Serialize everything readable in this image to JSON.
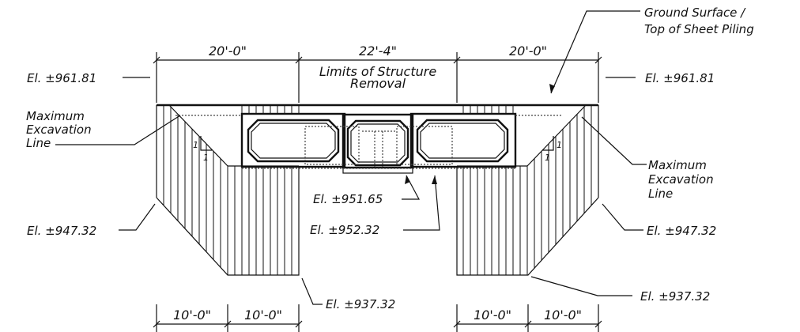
{
  "labels": {
    "ground_surface_line1": "Ground Surface /",
    "ground_surface_line2": "Top of Sheet Piling",
    "limits_line1": "Limits of Structure",
    "limits_line2": "Removal",
    "max_exc_left_1": "Maximum",
    "max_exc_left_2": "Excavation",
    "max_exc_left_3": "Line",
    "max_exc_right_1": "Maximum",
    "max_exc_right_2": "Excavation",
    "max_exc_right_3": "Line",
    "slope_rise_left": "1",
    "slope_run_left": "1",
    "slope_rise_right": "1",
    "slope_run_right": "1"
  },
  "dimensions": {
    "top_left": "20'-0\"",
    "top_center": "22'-4\"",
    "top_right": "20'-0\"",
    "bottom_1": "10'-0\"",
    "bottom_2": "10'-0\"",
    "bottom_3": "10'-0\"",
    "bottom_4": "10'-0\""
  },
  "elevations": {
    "top_left": "El. ±961.81",
    "top_right": "El. ±961.81",
    "mid_left": "El. ±947.32",
    "mid_right": "El. ±947.32",
    "culvert_bottom": "El. ±951.65",
    "excavation_floor": "El. ±952.32",
    "pit_bottom_left": "El. ±937.32",
    "pit_bottom_right": "El. ±937.32"
  }
}
